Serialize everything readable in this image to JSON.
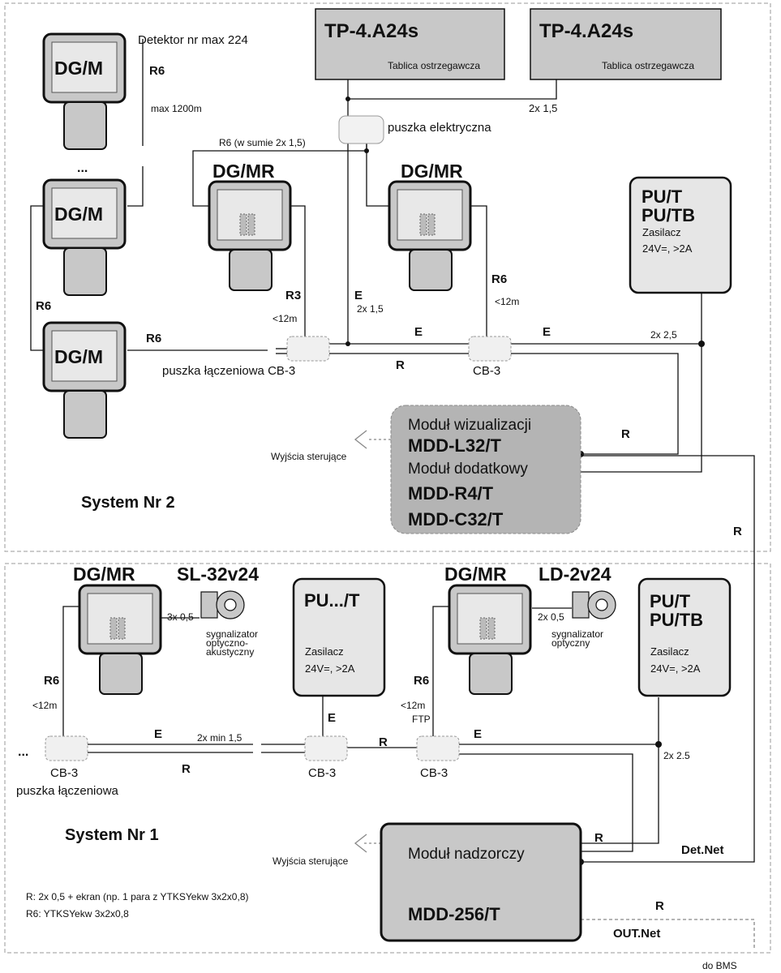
{
  "colors": {
    "box_fill": "#c8c8c8",
    "box_fill_light": "#e6e6e6",
    "module_fill": "#b4b4b4",
    "module_stroke": "#8a8a8a",
    "line": "#111111",
    "frame": "#999999"
  },
  "system2": {
    "label": "System Nr 2",
    "tp_left": {
      "title": "TP-4.A24s",
      "subtitle": "Tablica ostrzegawcza"
    },
    "tp_right": {
      "title": "TP-4.A24s",
      "subtitle": "Tablica ostrzegawcza"
    },
    "cable_tp": "2x 1,5",
    "junction_box": "puszka elektryczna",
    "detector_max": "Detektor nr max 224",
    "max_length": "max 1200m",
    "dots": "...",
    "dgm_label": "DG/M",
    "dgmr_label": "DG/MR",
    "r6": "R6",
    "r3": "R3",
    "r6_sum": "R6 (w sumie 2x 1,5)",
    "lt12m": "<12m",
    "e": "E",
    "r": "R",
    "cable_e": "2x 1,5",
    "cable_psu": "2x 2,5",
    "cb3_label": "puszka łączeniowa CB-3",
    "cb3": "CB-3",
    "psu": {
      "line1": "PU/T",
      "line2": "PU/TB",
      "desc": "Zasilacz",
      "spec": "24V=, >2A"
    },
    "module": {
      "line1": "Moduł wizualizacji",
      "line2": "MDD-L32/T",
      "line3": "Moduł dodatkowy",
      "line4": "MDD-R4/T",
      "line5": "MDD-C32/T"
    },
    "outputs": "Wyjścia sterujące"
  },
  "system1": {
    "label": "System Nr 1",
    "dgmr_label": "DG/MR",
    "sl": "SL-32v24",
    "ld": "LD-2v24",
    "cable_sl": "3x 0,5",
    "cable_ld": "2x 0,5",
    "sig_left": [
      "sygnalizator",
      "optyczno-",
      "akustyczny"
    ],
    "sig_right": [
      "sygnalizator",
      "optyczny"
    ],
    "psu_mid": {
      "title": "PU.../T",
      "desc": "Zasilacz",
      "spec": "24V=, >2A"
    },
    "psu_right": {
      "line1": "PU/T",
      "line2": "PU/TB",
      "desc": "Zasilacz",
      "spec": "24V=, >2A"
    },
    "r6": "R6",
    "lt12m": "<12m",
    "ftp": "FTP",
    "e": "E",
    "r": "R",
    "cable_min": "2x min 1,5",
    "cable_psu": "2x 2.5",
    "dots": "...",
    "cb3": "CB-3",
    "cb3_label": "puszka łączeniowa",
    "module": {
      "line1": "Moduł nadzorczy",
      "line2": "MDD-256/T"
    },
    "outputs": "Wyjścia sterujące",
    "detnet": "Det.Net",
    "outnet": "OUT.Net",
    "bms": "do BMS",
    "legend_r": "R: 2x 0,5 + ekran (np. 1 para z YTKSYekw 3x2x0,8)",
    "legend_r6": "R6: YTKSYekw 3x2x0,8"
  }
}
